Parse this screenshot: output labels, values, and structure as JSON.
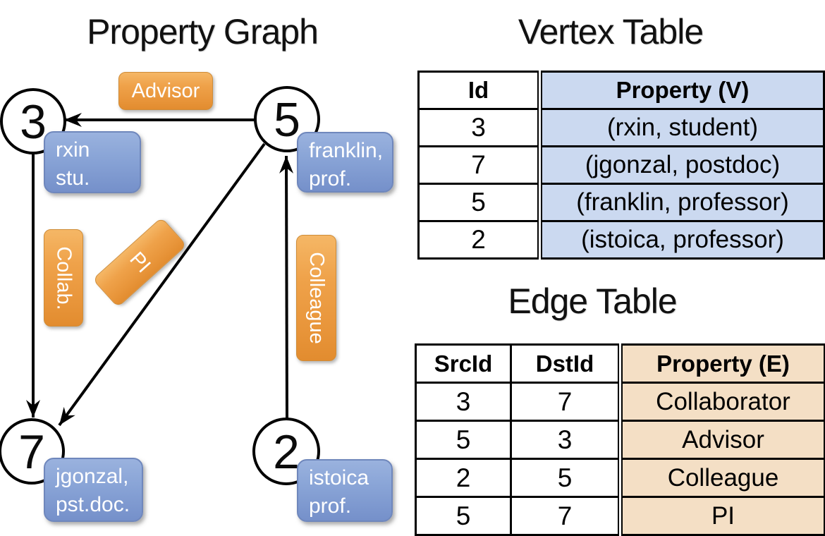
{
  "graph": {
    "title": "Property Graph",
    "nodes": {
      "n3": {
        "id": "3",
        "prop_line1": "rxin",
        "prop_line2": "stu."
      },
      "n5": {
        "id": "5",
        "prop_line1": "franklin,",
        "prop_line2": "prof."
      },
      "n7": {
        "id": "7",
        "prop_line1": "jgonzal,",
        "prop_line2": "pst.doc."
      },
      "n2": {
        "id": "2",
        "prop_line1": "istoica",
        "prop_line2": "prof."
      }
    },
    "edges": {
      "advisor": {
        "label": "Advisor",
        "from": "5",
        "to": "3"
      },
      "collab": {
        "label": "Collab.",
        "from": "3",
        "to": "7"
      },
      "pi": {
        "label": "PI",
        "from": "5",
        "to": "7"
      },
      "colleague": {
        "label": "Colleague",
        "from": "2",
        "to": "5"
      }
    }
  },
  "vertex_table": {
    "title": "Vertex Table",
    "col_id": "Id",
    "col_property": "Property (V)",
    "rows": [
      {
        "id": "3",
        "property": "(rxin, student)"
      },
      {
        "id": "7",
        "property": "(jgonzal, postdoc)"
      },
      {
        "id": "5",
        "property": "(franklin, professor)"
      },
      {
        "id": "2",
        "property": "(istoica, professor)"
      }
    ]
  },
  "edge_table": {
    "title": "Edge Table",
    "col_src": "SrcId",
    "col_dst": "DstId",
    "col_property": "Property (E)",
    "rows": [
      {
        "src": "3",
        "dst": "7",
        "property": "Collaborator"
      },
      {
        "src": "5",
        "dst": "3",
        "property": "Advisor"
      },
      {
        "src": "2",
        "dst": "5",
        "property": "Colleague"
      },
      {
        "src": "5",
        "dst": "7",
        "property": "PI"
      }
    ]
  },
  "colors": {
    "edge_label_orange": "#efa24a",
    "vertex_label_blue": "#8aa5d7",
    "vertex_table_cell_blue": "#cbd9f0",
    "edge_table_cell_tan": "#f4dfc5",
    "line_black": "#000000",
    "background": "#ffffff"
  }
}
